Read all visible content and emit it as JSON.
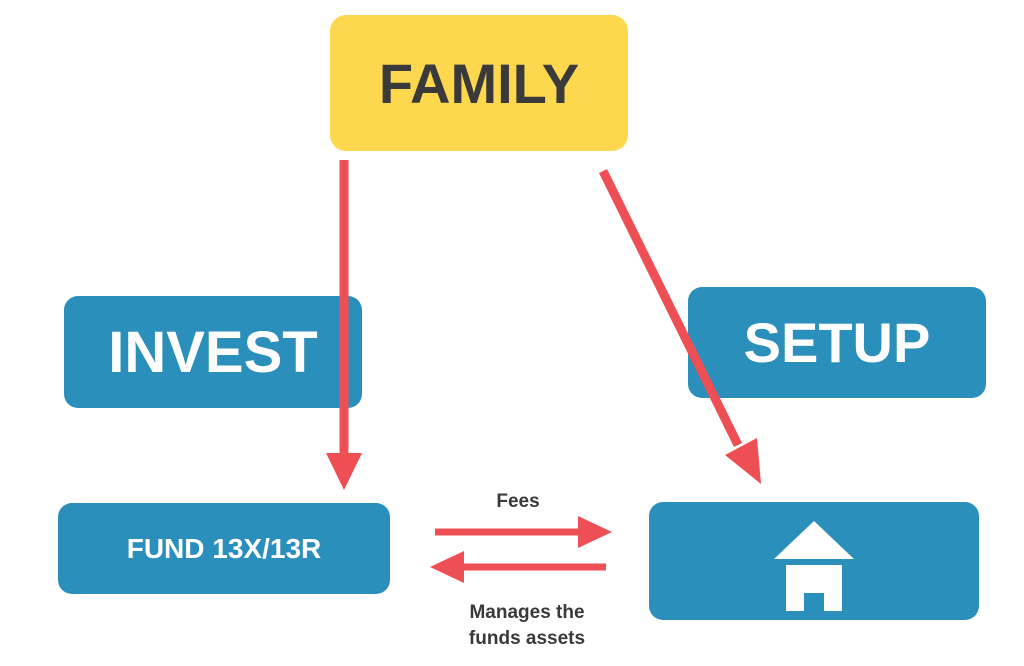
{
  "nodes": {
    "family": "FAMILY",
    "invest": "INVEST",
    "setup": "SETUP",
    "fund": "FUND 13X/13R"
  },
  "edges": {
    "fees": "Fees",
    "manages": "Manages the funds assets"
  },
  "icons": {
    "house": "house-icon"
  },
  "colors": {
    "family_fill": "#fdd84e",
    "node_fill": "#2a8fba",
    "arrow": "#ee4f54",
    "text_dark": "#3a3a3a"
  }
}
